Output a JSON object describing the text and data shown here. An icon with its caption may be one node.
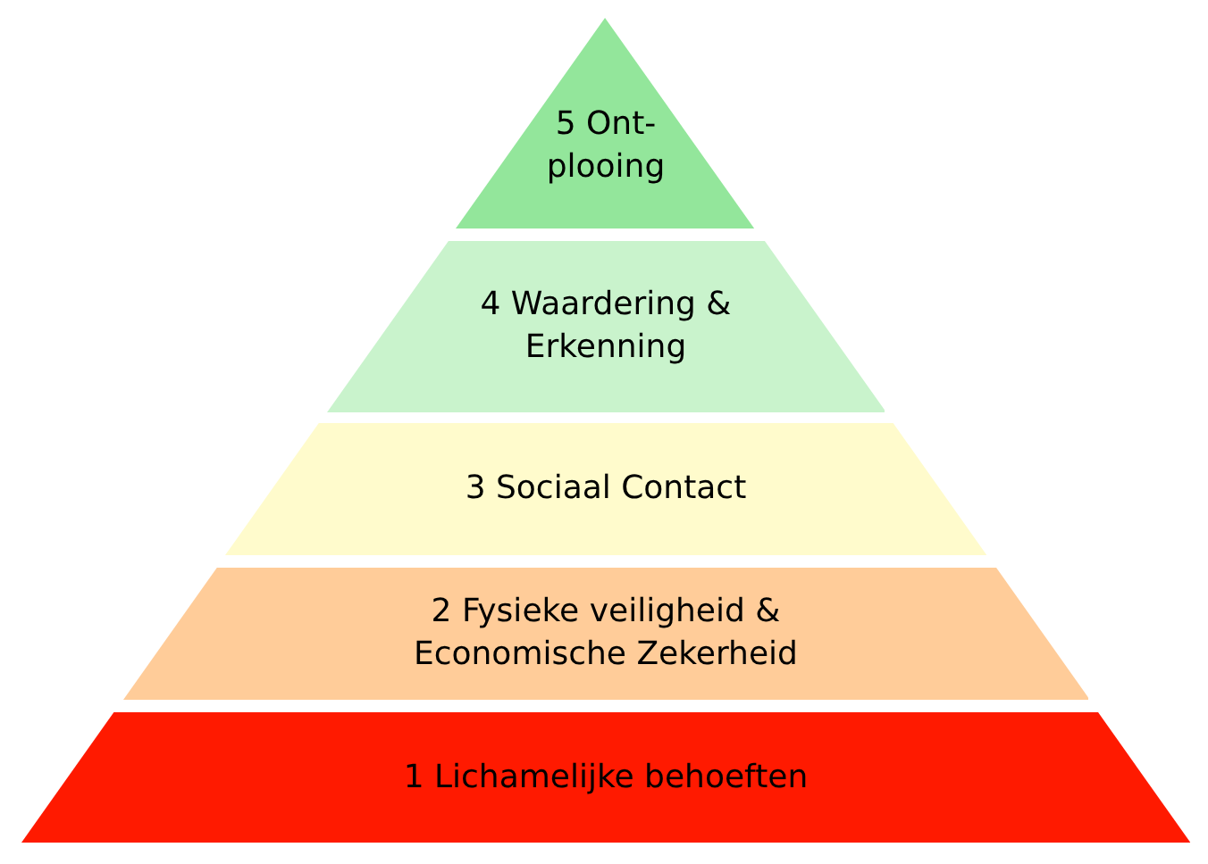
{
  "diagram": {
    "nodes": [
      {
        "text": [
          "5 Ont- plooing"
        ]
      },
      {
        "text": [
          "4 Waardering & Erkenning"
        ]
      },
      {
        "text": [
          "3 Sociaal Contact"
        ]
      },
      {
        "text": [
          "2 Fysieke veiligheid & Economische Zekerheid"
        ]
      },
      {
        "text": [
          "1 Lichamelijke behoeften"
        ]
      }
    ]
  }
}
